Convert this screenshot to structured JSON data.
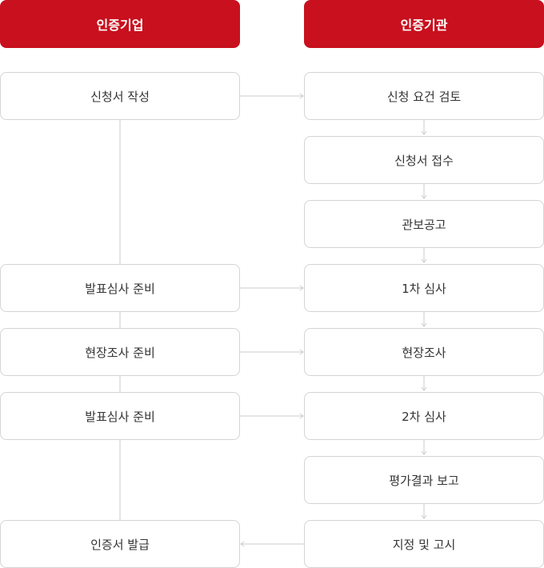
{
  "colors": {
    "header_bg": "#c8101e",
    "header_text": "#ffffff",
    "box_border": "#d4d4d4",
    "connector": "#cccccc"
  },
  "headers": {
    "company": "인증기업",
    "agency": "인증기관"
  },
  "company_steps": [
    "신청서 작성",
    "발표심사 준비",
    "현장조사 준비",
    "발표심사 준비",
    "인증서 발급"
  ],
  "agency_steps": [
    "신청 요건 검토",
    "신청서 접수",
    "관보공고",
    "1차 심사",
    "현장조사",
    "2차 심사",
    "평가결과 보고",
    "지정 및 고시"
  ]
}
